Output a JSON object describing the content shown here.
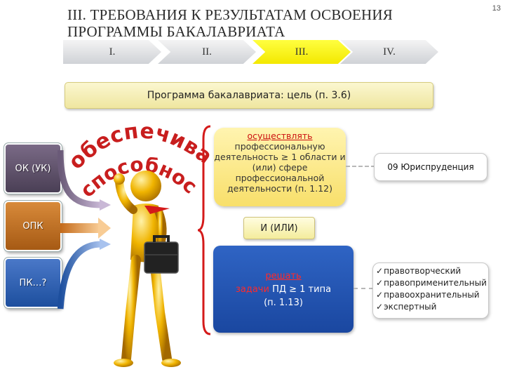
{
  "slide": {
    "number": "13",
    "title_line1": "III. ТРЕБОВАНИЯ К РЕЗУЛЬТАТАМ ОСВОЕНИЯ",
    "title_line2": "ПРОГРАММЫ БАКАЛАВРИАТА"
  },
  "steps": [
    {
      "label": "I."
    },
    {
      "label": "II."
    },
    {
      "label": "III."
    },
    {
      "label": "IV."
    }
  ],
  "goal": "Программа бакалавриата: цель (п. 3.6)",
  "categories": [
    {
      "label": "ОК (УК)"
    },
    {
      "label": "ОПК"
    },
    {
      "label": "ПК…?"
    }
  ],
  "word_art": {
    "line1": "обеспечивать",
    "line2": "способность"
  },
  "activity": {
    "verb": "осуществлять",
    "text": "профессиональную деятельность ≥ 1 области и (или) сфере профессиональной деятельности (п. 1.12)"
  },
  "and_or": "И (ИЛИ)",
  "tasks": {
    "verb": "решать",
    "line2_prefix": "задачи",
    "line2_rest": "ПД ≥ 1 типа",
    "line3": "(п. 1.13)"
  },
  "specialty": "09 Юриспруденция",
  "task_types": [
    "правотворческий",
    "правоприменительный",
    "правоохранительный",
    "экспертный"
  ],
  "colors": {
    "active_step": "#ffff00",
    "accent_red": "#cc1111",
    "task_box_blue": "#1a47a0"
  }
}
